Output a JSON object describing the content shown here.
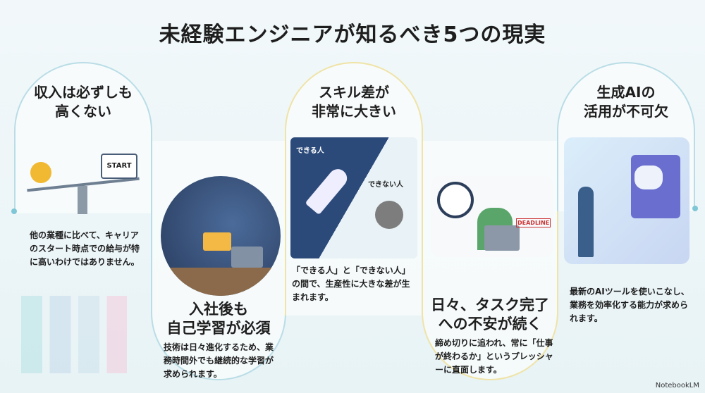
{
  "title": "未経験エンジニアが知るべき5つの現実",
  "panels": [
    {
      "title_l1": "収入は必ずしも",
      "title_l2": "高くない",
      "text": "他の業種に比べて、キャリアのスタート時点での給与が特に高いわけではありません。",
      "image_label": "START"
    },
    {
      "title_l1": "入社後も",
      "title_l2": "自己学習が必須",
      "text": "技術は日々進化するため、業務時間外でも継続的な学習が求められます。"
    },
    {
      "title_l1": "スキル差が",
      "title_l2": "非常に大きい",
      "text": "「できる人」と「できない人」の間で、生産性に大きな差が生まれます。",
      "image_label_1": "できる人",
      "image_label_2": "できない人"
    },
    {
      "title_l1": "日々、タスク完了",
      "title_l2": "への不安が続く",
      "text": "締め切りに追われ、常に「仕事が終わるか」というプレッシャーに直面します。",
      "image_label": "DEADLINE"
    },
    {
      "title_l1": "生成AIの",
      "title_l2": "活用が不可欠",
      "text": "最新のAIツールを使いこなし、業務を効率化する能力が求められます。"
    }
  ],
  "footer": {
    "brand": "NotebookLM"
  }
}
